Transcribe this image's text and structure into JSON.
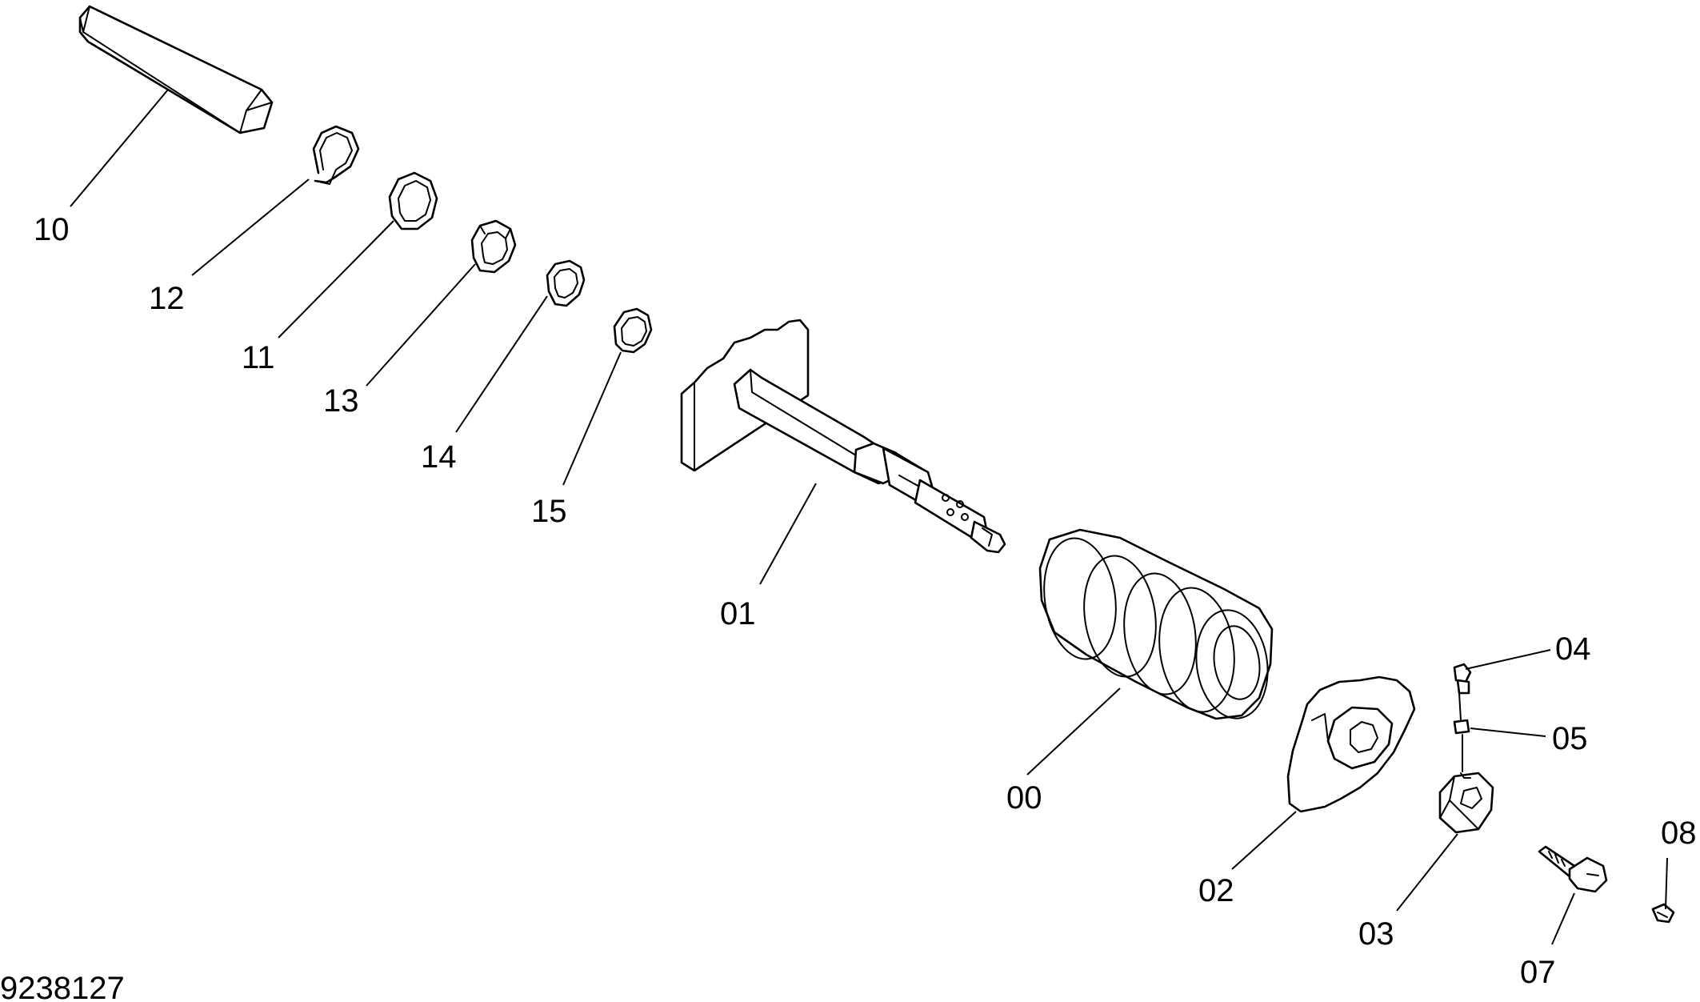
{
  "drawing_number": "9238127",
  "callouts": {
    "c10": "10",
    "c12": "12",
    "c11": "11",
    "c13": "13",
    "c14": "14",
    "c15": "15",
    "c01": "01",
    "c00": "00",
    "c02": "02",
    "c03": "03",
    "c04": "04",
    "c05": "05",
    "c07": "07",
    "c08": "08"
  }
}
